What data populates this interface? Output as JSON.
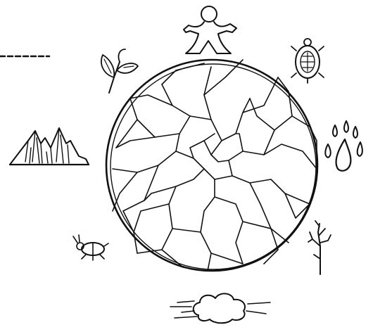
{
  "illustration": {
    "style": "black line drawing on white",
    "colors": {
      "ink": "#111111",
      "background": "#ffffff"
    },
    "center": {
      "name": "stone-web-globe",
      "icon": "woven-globe-icon"
    },
    "surrounding_figures": [
      {
        "name": "human-figure",
        "icon": "person-icon"
      },
      {
        "name": "turtle",
        "icon": "turtle-icon"
      },
      {
        "name": "raindrops",
        "icon": "raindrops-icon"
      },
      {
        "name": "sapling",
        "icon": "sapling-icon"
      },
      {
        "name": "cloud",
        "icon": "cloud-icon"
      },
      {
        "name": "beetle",
        "icon": "beetle-icon"
      },
      {
        "name": "mountains",
        "icon": "mountains-icon"
      },
      {
        "name": "leaves",
        "icon": "leaf-branch-icon"
      }
    ],
    "edge_line": {
      "name": "dashed-edge-line",
      "icon": "dashed-line-icon"
    }
  }
}
